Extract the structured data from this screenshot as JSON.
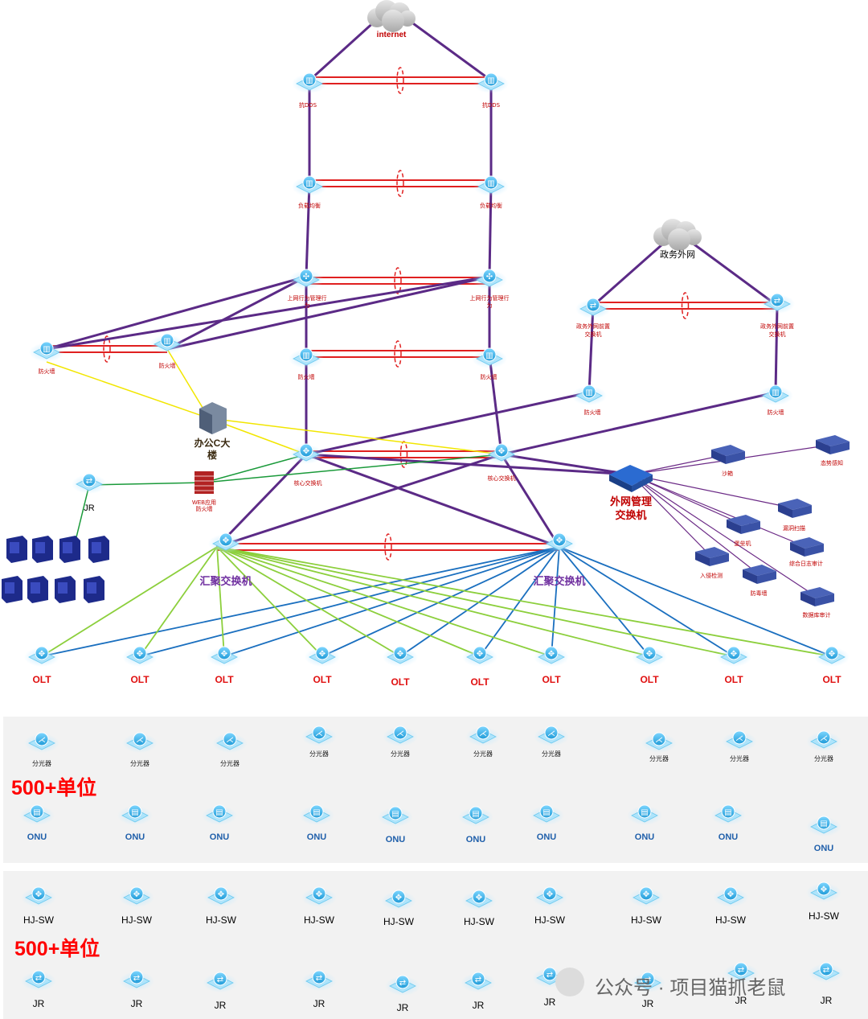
{
  "labels": {
    "internet": "internet",
    "anti_dos_left": "抗DDS",
    "anti_dos_right": "抗DDS",
    "lb_left": "负载均衡",
    "lb_right": "负载均衡",
    "behav_left_1": "上网行为管理行",
    "behav_left_2": "为",
    "behav_right_1": "上网行为管理行",
    "behav_right_2": "为",
    "fw_core_left": "防火墙",
    "fw_core_right": "防火墙",
    "fw_out_left": "防火墙",
    "fw_out_right": "防火墙",
    "gov_net": "政务外网",
    "gov_sw_left_1": "政务外网前置",
    "gov_sw_left_2": "交换机",
    "gov_sw_right_1": "政务外网前置",
    "gov_sw_right_2": "交换机",
    "gov_fw_left": "防火墙",
    "gov_fw_right": "防火墙",
    "office_1": "办公C大",
    "office_2": "楼",
    "web_fw_1": "WEB应用",
    "web_fw_2": "防火墙",
    "jr_top": "JR",
    "core_left": "核心交换机",
    "core_right": "核心交换机",
    "ext_mgmt_1": "外网管理",
    "ext_mgmt_2": "交换机",
    "agg_left": "汇聚交换机",
    "agg_right": "汇聚交换机",
    "srv_sandbox": "沙箱",
    "srv_situation": "态势感知",
    "srv_vuln": "漏洞扫描",
    "srv_bastion": "堡垒机",
    "srv_log": "综合日志审计",
    "srv_ids": "入侵检测",
    "srv_av": "防毒墙",
    "srv_db": "数据库审计",
    "units_top": "500+单位",
    "units_bottom": "500+单位",
    "watermark": "公众号 · 项目猫抓老鼠"
  },
  "olt_labels": [
    "OLT",
    "OLT",
    "OLT",
    "OLT",
    "OLT",
    "OLT",
    "OLT",
    "OLT",
    "OLT",
    "OLT"
  ],
  "splitter_labels": [
    "分光器",
    "分光器",
    "分光器",
    "分光器",
    "分光器",
    "分光器",
    "分光器",
    "分光器",
    "分光器",
    "分光器"
  ],
  "onu_labels": [
    "ONU",
    "ONU",
    "ONU",
    "ONU",
    "ONU",
    "ONU",
    "ONU",
    "ONU",
    "ONU",
    "ONU"
  ],
  "hjsw_labels": [
    "HJ-SW",
    "HJ-SW",
    "HJ-SW",
    "HJ-SW",
    "HJ-SW",
    "HJ-SW",
    "HJ-SW",
    "HJ-SW",
    "HJ-SW",
    "HJ-SW"
  ],
  "jr_labels": [
    "JR",
    "JR",
    "JR",
    "JR",
    "JR",
    "JR",
    "JR",
    "JR",
    "JR",
    "JR"
  ],
  "colors": {
    "trunk": "#5b2a86",
    "stack": "#e02020",
    "green_link": "#8ccf3c",
    "blue_link": "#1a6fbf",
    "yellow_link": "#f2e600",
    "office_green": "#1a9a3a",
    "band": "#f2f2f2",
    "device_cyan": "#3fb8e8",
    "label_red": "#e01010",
    "label_purple": "#7030a0"
  }
}
